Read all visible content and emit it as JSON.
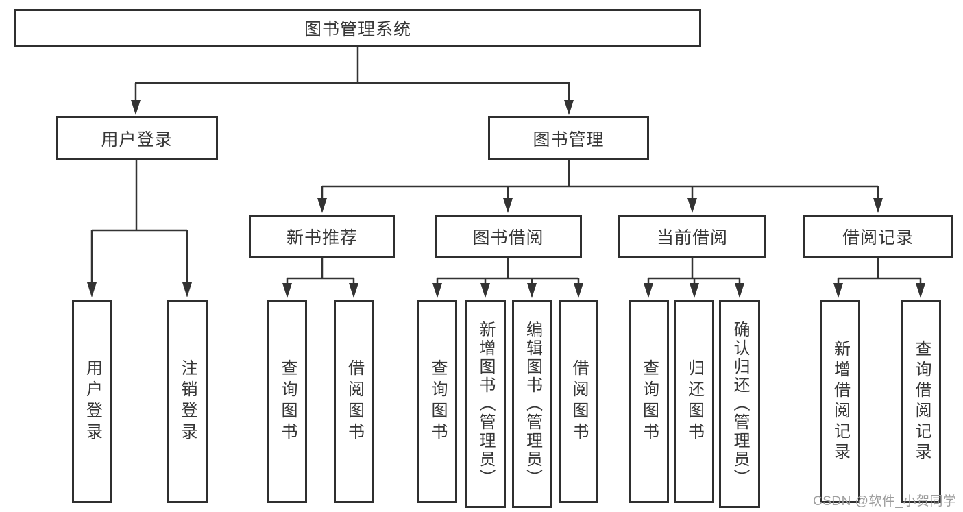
{
  "diagram": {
    "title_node": {
      "label": "图书管理系统"
    },
    "level2": [
      {
        "label": "用户登录"
      },
      {
        "label": "图书管理"
      }
    ],
    "level3": [
      {
        "label": "新书推荐"
      },
      {
        "label": "图书借阅"
      },
      {
        "label": "当前借阅"
      },
      {
        "label": "借阅记录"
      }
    ],
    "leaves": [
      {
        "label": "用户登录"
      },
      {
        "label": "注销登录"
      },
      {
        "label": "查询图书"
      },
      {
        "label": "借阅图书"
      },
      {
        "label": "查询图书"
      },
      {
        "label": "新增图书（管理员）"
      },
      {
        "label": "编辑图书（管理员）"
      },
      {
        "label": "借阅图书"
      },
      {
        "label": "查询图书"
      },
      {
        "label": "归还图书"
      },
      {
        "label": "确认归还（管理员）"
      },
      {
        "label": "新增借阅记录"
      },
      {
        "label": "查询借阅记录"
      }
    ],
    "colors": {
      "line": "#333333",
      "border": "#2f2f2f",
      "text": "#363636",
      "background": "#ffffff",
      "watermark": "#9d9d9d"
    }
  },
  "watermark": {
    "text": "CSDN @软件_小贺同学"
  }
}
